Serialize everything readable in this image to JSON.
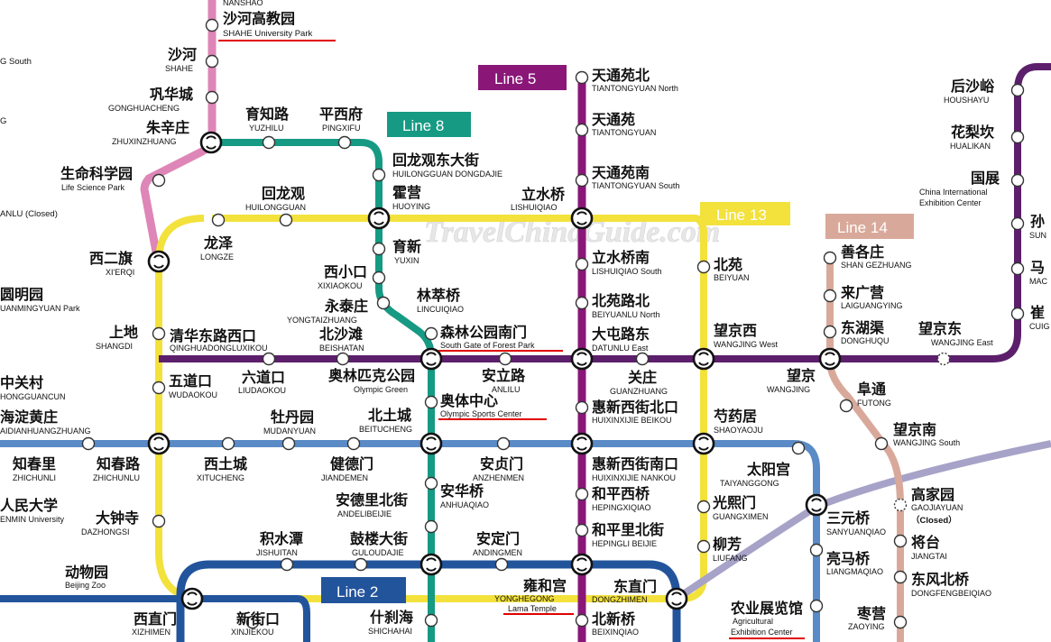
{
  "watermark": "TravelChinaGuide.com",
  "colors": {
    "line2": "#22549c",
    "line4": "#0c8b85",
    "line5": "#8a1778",
    "line8": "#169a83",
    "line10": "#5b8bc6",
    "line13": "#f3e13c",
    "line14": "#d8a99a",
    "changping": "#de86b7",
    "airport": "#a7a2c8",
    "purple": "#5c1f6b",
    "underline": "#e00000"
  },
  "line_labels": {
    "line5": "Line 5",
    "line8": "Line 8",
    "line13": "Line 13",
    "line14": "Line 14",
    "line2": "Line 2"
  },
  "stations": {
    "nanshao": {
      "en": "NANSHAO"
    },
    "shahe_univ": {
      "cn": "沙河高教园",
      "en": "SHAHE University Park"
    },
    "shahe": {
      "cn": "沙河",
      "en": "SHAHE"
    },
    "gonghuacheng": {
      "cn": "巩华城",
      "en": "GONGHUACHENG"
    },
    "zhuxinzhuang": {
      "cn": "朱辛庄",
      "en": "ZHUXINZHUANG"
    },
    "life_science": {
      "cn": "生命科学园",
      "en": "Life Science Park"
    },
    "yuzhilu": {
      "cn": "育知路",
      "en": "YUZHILU"
    },
    "pingxifu": {
      "cn": "平西府",
      "en": "PINGXIFU"
    },
    "huilongguan_dd": {
      "cn": "回龙观东大街",
      "en": "HUILONGGUAN DONGDAJIE"
    },
    "huoying": {
      "cn": "霍营",
      "en": "HUOYING"
    },
    "huilongguan": {
      "cn": "回龙观",
      "en": "HUILONGGUAN"
    },
    "longze": {
      "cn": "龙泽",
      "en": "LONGZE"
    },
    "xierqi": {
      "cn": "西二旗",
      "en": "XI'ERQI"
    },
    "yuxin": {
      "cn": "育新",
      "en": "YUXIN"
    },
    "xixiaokou": {
      "cn": "西小口",
      "en": "XIXIAOKOU"
    },
    "yongtaizhuang": {
      "cn": "永泰庄",
      "en": "YONGTAIZHUANG"
    },
    "lincuiqiao": {
      "cn": "林萃桥",
      "en": "LINCUIQIAO"
    },
    "forest_park": {
      "cn": "森林公园南门",
      "en": "South Gate of Forest Park"
    },
    "tiantongyuan_n": {
      "cn": "天通苑北",
      "en": "TIANTONGYUAN North"
    },
    "tiantongyuan": {
      "cn": "天通苑",
      "en": "TIANTONGYUAN"
    },
    "tiantongyuan_s": {
      "cn": "天通苑南",
      "en": "TIANTONGYUAN South"
    },
    "lishuiqiao": {
      "cn": "立水桥",
      "en": "LISHUIQIAO"
    },
    "lishuiqiao_s": {
      "cn": "立水桥南",
      "en": "LISHUIQIAO South"
    },
    "beiyuanlu_n": {
      "cn": "北苑路北",
      "en": "BEIYUANLU North"
    },
    "datunlu_e": {
      "cn": "大屯路东",
      "en": "DATUNLU East"
    },
    "beiyuan": {
      "cn": "北苑",
      "en": "BEIYUAN"
    },
    "wangjing_w": {
      "cn": "望京西",
      "en": "WANGJING West"
    },
    "houshayu": {
      "cn": "后沙峪",
      "en": "HOUSHAYU"
    },
    "hualikan": {
      "cn": "花梨坎",
      "en": "HUALIKAN"
    },
    "guozhan": {
      "cn": "国展",
      "en1": "China International",
      "en2": "Exhibition Center"
    },
    "sun": {
      "cn": "孙",
      "en": "SUN"
    },
    "ma": {
      "cn": "马",
      "en": "MAC"
    },
    "cui": {
      "cn": "崔",
      "en": "CUIG"
    },
    "shangezhuang": {
      "cn": "善各庄",
      "en": "SHAN GEZHUANG"
    },
    "laiguangying": {
      "cn": "来广营",
      "en": "LAIGUANGYING"
    },
    "donghuqu": {
      "cn": "东湖渠",
      "en": "DONGHUQU"
    },
    "wangjing_e": {
      "cn": "望京东",
      "en": "WANGJING East"
    },
    "wangjing": {
      "cn": "望京",
      "en": "WANGJING"
    },
    "futong": {
      "cn": "阜通",
      "en": "FUTONG"
    },
    "wangjing_s": {
      "cn": "望京南",
      "en": "WANGJING South"
    },
    "shangdi": {
      "cn": "上地",
      "en": "SHANGDI"
    },
    "qinghua_xk": {
      "cn": "清华东路西口",
      "en": "QINGHUADONGLUXIKOU"
    },
    "beishatan": {
      "cn": "北沙滩",
      "en": "BEISHATAN"
    },
    "liudaokou": {
      "cn": "六道口",
      "en": "LIUDAOKOU"
    },
    "olympic_green": {
      "cn": "奥林匹克公园",
      "en": "Olympic Green"
    },
    "anlilu": {
      "cn": "安立路",
      "en": "ANLILU"
    },
    "olympic_sports": {
      "cn": "奥体中心",
      "en": "Olympic Sports Center"
    },
    "guanzhuang": {
      "cn": "关庄",
      "en": "GUANZHUANG"
    },
    "huixinxijie_bk": {
      "cn": "惠新西街北口",
      "en": "HUIXINXIJIE BEIKOU"
    },
    "shaoyaoju": {
      "cn": "芍药居",
      "en": "SHAOYAOJU"
    },
    "wudaokou": {
      "cn": "五道口",
      "en": "WUDAOKOU"
    },
    "zhongguancun": {
      "cn": "中关村",
      "en": "HONGGUANCUN"
    },
    "haidianhuangzhuang": {
      "cn": "海淀黄庄",
      "en": "AIDIANHUANGZHUANG"
    },
    "mudanyuan": {
      "cn": "牡丹园",
      "en": "MUDANYUAN"
    },
    "beitucheng": {
      "cn": "北土城",
      "en": "BEITUCHENG"
    },
    "zhichunli": {
      "cn": "知春里",
      "en": "ZHICHUNLI"
    },
    "zhichunlu": {
      "cn": "知春路",
      "en": "ZHICHUNLU"
    },
    "xitucheng": {
      "cn": "西土城",
      "en": "XITUCHENG"
    },
    "jiandemen": {
      "cn": "健德门",
      "en": "JIANDEMEN"
    },
    "anzhenmen": {
      "cn": "安贞门",
      "en": "ANZHENMEN"
    },
    "huixinxijie_nk": {
      "cn": "惠新西街南口",
      "en": "HUIXINXIJIE NANKOU"
    },
    "taiyanggong": {
      "cn": "太阳宫",
      "en": "TAIYANGGONG"
    },
    "renmin_univ": {
      "cn": "人民大学",
      "en": "ENMIN University"
    },
    "dazhongsi": {
      "cn": "大钟寺",
      "en": "DAZHONGSI"
    },
    "andelibeijie": {
      "cn": "安德里北街",
      "en": "ANDELIBEIJIE"
    },
    "anhuaqiao": {
      "cn": "安华桥",
      "en": "ANHUAQIAO"
    },
    "hepingxiqiao": {
      "cn": "和平西桥",
      "en": "HEPINGXIQIAO"
    },
    "hepinglibeijie": {
      "cn": "和平里北街",
      "en": "HEPINGLI BEIJIE"
    },
    "guangximen": {
      "cn": "光熙门",
      "en": "GUANGXIMEN"
    },
    "sanyuanqiao": {
      "cn": "三元桥",
      "en": "SANYUANQIAO"
    },
    "gaojiayuan": {
      "cn": "高家园",
      "en": "GAOJIAYUAN",
      "note": "（Closed）"
    },
    "jishuitan": {
      "cn": "积水潭",
      "en": "JISHUITAN"
    },
    "guloudajie": {
      "cn": "鼓楼大街",
      "en": "GULOUDAJIE"
    },
    "andingmen": {
      "cn": "安定门",
      "en": "ANDINGMEN"
    },
    "liufang": {
      "cn": "柳芳",
      "en": "LIUFANG"
    },
    "liangmaqiao": {
      "cn": "亮马桥",
      "en": "LIANGMAQIAO"
    },
    "jiangtai": {
      "cn": "将台",
      "en": "JIANGTAI"
    },
    "dongfengbeiqiao": {
      "cn": "东风北桥",
      "en": "DONGFENGBEIQIAO"
    },
    "beijing_zoo": {
      "cn": "动物园",
      "en": "Beijing Zoo"
    },
    "yonghegong": {
      "cn": "雍和宫",
      "en": "YONGHEGONG",
      "en2": "Lama Temple"
    },
    "dongzhimen": {
      "cn": "东直门",
      "en": "DONGZHIMEN"
    },
    "zaoying": {
      "cn": "枣营",
      "en": "ZAOYING"
    },
    "xizhimen": {
      "cn": "西直门",
      "en": "XIZHIMEN"
    },
    "xinjiekou": {
      "cn": "新街口",
      "en": "XINJIEKOU"
    },
    "shichahai": {
      "cn": "什刹海",
      "en": "SHICHAHAI"
    },
    "beixinqiao": {
      "cn": "北新桥",
      "en": "BEIXINQIAO"
    },
    "agri": {
      "cn": "农业展览馆",
      "en1": "Agricultural",
      "en2": "Exhibition Center"
    },
    "partial_left": {
      "south": "G South",
      "g": "G",
      "anlu": "ANLU (Closed)",
      "yuanmingyuan": "圆明园",
      "yuanmingyuan_en": "UANMINGYUAN Park"
    }
  }
}
